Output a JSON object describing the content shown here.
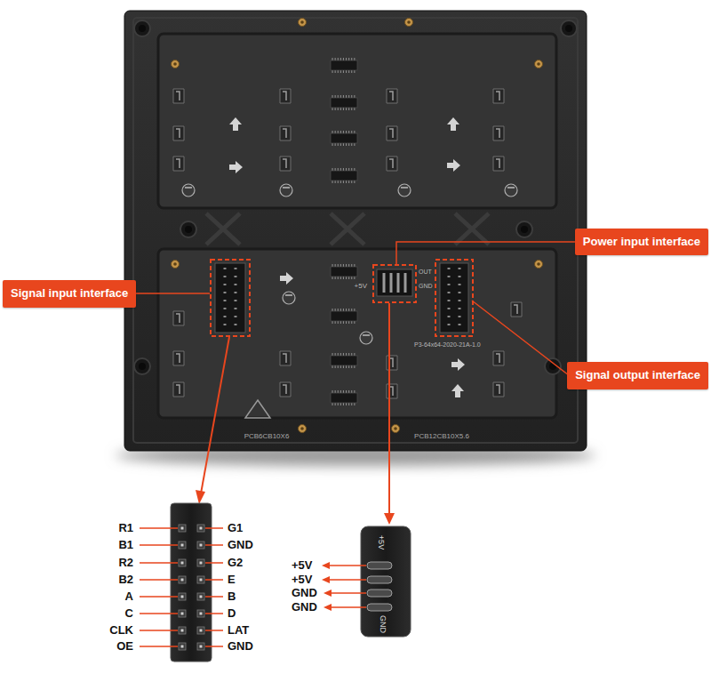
{
  "diagram": {
    "nodes": [
      {
        "text": [
          "Power input interface"
        ]
      },
      {
        "text": [
          "Signal input interface"
        ]
      },
      {
        "text": [
          "Signal output interface"
        ]
      }
    ],
    "labels": [
      "+5V",
      "OUT",
      "GND",
      "P3-64x64-2020-21A-1.0",
      "PCB6CB10X6",
      "PCB12CB10X5.6",
      "R1",
      "G1",
      "B1",
      "GND",
      "R2",
      "G2",
      "B2",
      "E",
      "A",
      "B",
      "C",
      "D",
      "CLK",
      "LAT",
      "OE",
      "GND",
      "+5V",
      "GND",
      "+5V",
      "+5V",
      "GND",
      "GND"
    ]
  }
}
